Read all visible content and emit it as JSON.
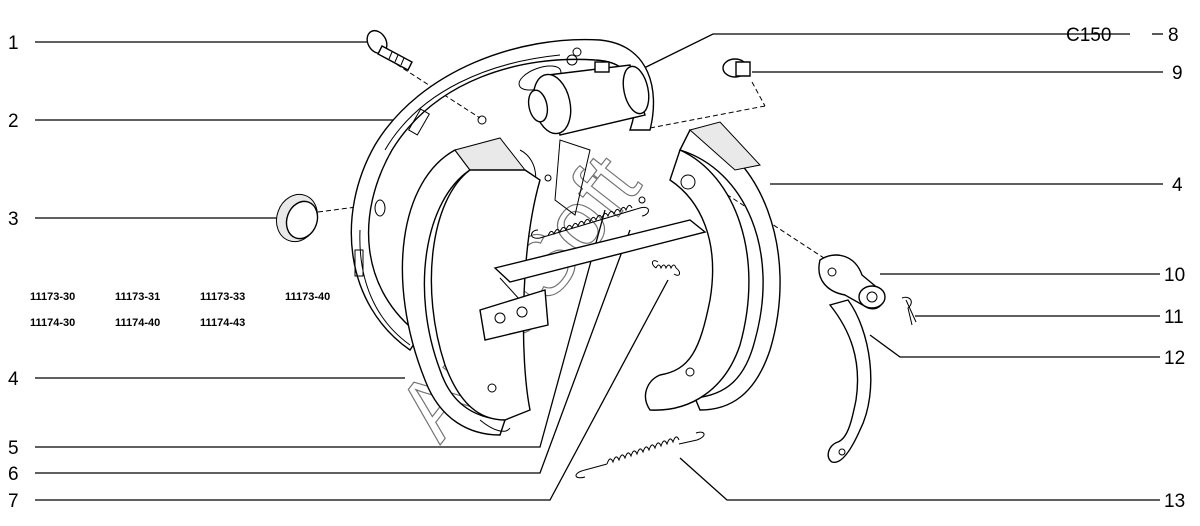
{
  "callouts": {
    "c1": "1",
    "c2": "2",
    "c3": "3",
    "c4_left": "4",
    "c4_right": "4",
    "c5": "5",
    "c6": "6",
    "c7": "7",
    "c8": "8",
    "c8_code": "C150",
    "c9": "9",
    "c10": "10",
    "c11": "11",
    "c12": "12",
    "c13": "13"
  },
  "variants": {
    "row1": [
      "11173-30",
      "11173-31",
      "11173-33",
      "11173-40"
    ],
    "row2": [
      "11174-30",
      "11174-40",
      "11174-43"
    ]
  },
  "watermark": "AutoSoft"
}
